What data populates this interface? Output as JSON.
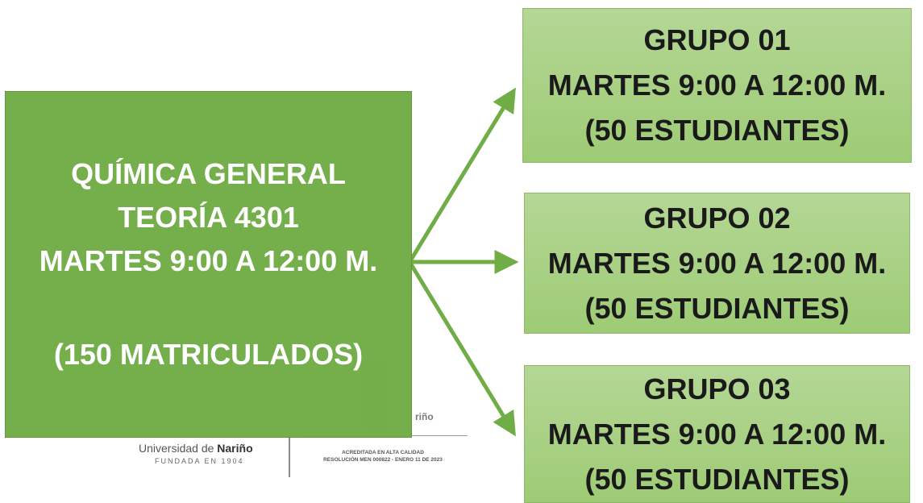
{
  "main": {
    "line1": "QUÍMICA GENERAL",
    "line2": "TEORÍA 4301",
    "line3": "MARTES 9:00 A 12:00 M.",
    "line4": "(150 MATRICULADOS)"
  },
  "groups": [
    {
      "title": "GRUPO 01",
      "schedule": "MARTES 9:00 A 12:00 M.",
      "students": "(50 ESTUDIANTES)"
    },
    {
      "title": "GRUPO 02",
      "schedule": "MARTES 9:00 A 12:00 M.",
      "students": "(50 ESTUDIANTES)"
    },
    {
      "title": "GRUPO 03",
      "schedule": "MARTES 9:00 A 12:00 M.",
      "students": "(50 ESTUDIANTES)"
    }
  ],
  "logo": {
    "partial_word": "riño",
    "university_prefix": "Universidad de ",
    "university_name": "Nariño",
    "founded": "FUNDADA EN 1904",
    "accreditation_line1": "ACREDITADA EN ALTA CALIDAD",
    "accreditation_line2": "RESOLUCIÓN MEN 000822 - ENERO 11 DE 2023"
  },
  "colors": {
    "main_box": "#70ad47",
    "group_box": "#a9d18e",
    "arrow": "#70ad47"
  }
}
